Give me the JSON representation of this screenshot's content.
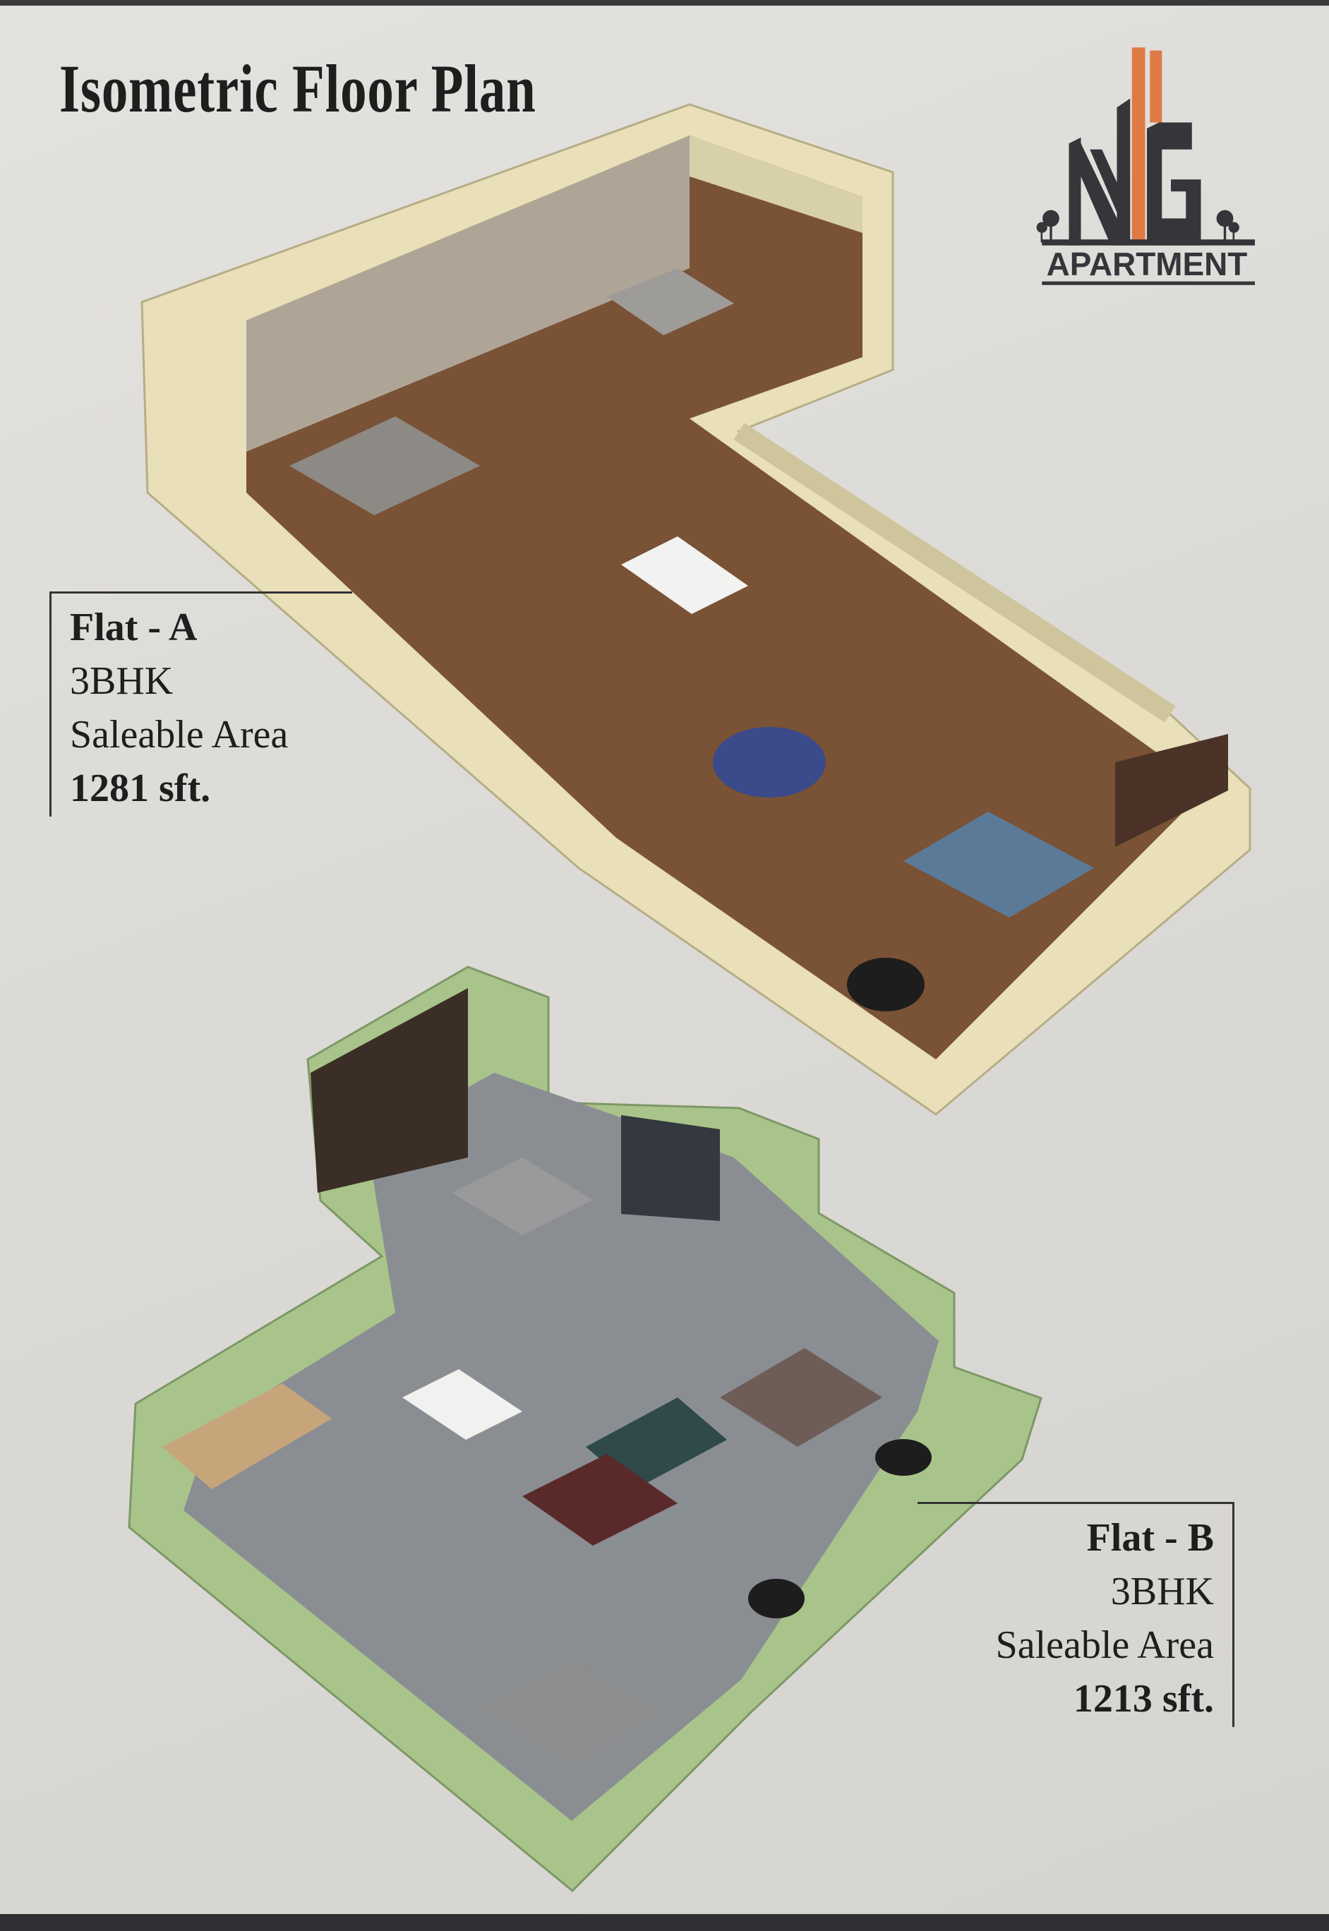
{
  "page": {
    "title": "Isometric Floor Plan"
  },
  "logo": {
    "letters": "NG",
    "wordmark": "APARTMENT",
    "colors": {
      "dark": "#35353a",
      "accent": "#e07a45"
    }
  },
  "flats": [
    {
      "name": "Flat - A",
      "type": "3BHK",
      "area_label": "Saleable Area",
      "area": "1281 sft.",
      "wall_color": "#efe6c2"
    },
    {
      "name": "Flat - B",
      "type": "3BHK",
      "area_label": "Saleable Area",
      "area": "1213 sft.",
      "wall_color": "#a9c48a"
    }
  ]
}
